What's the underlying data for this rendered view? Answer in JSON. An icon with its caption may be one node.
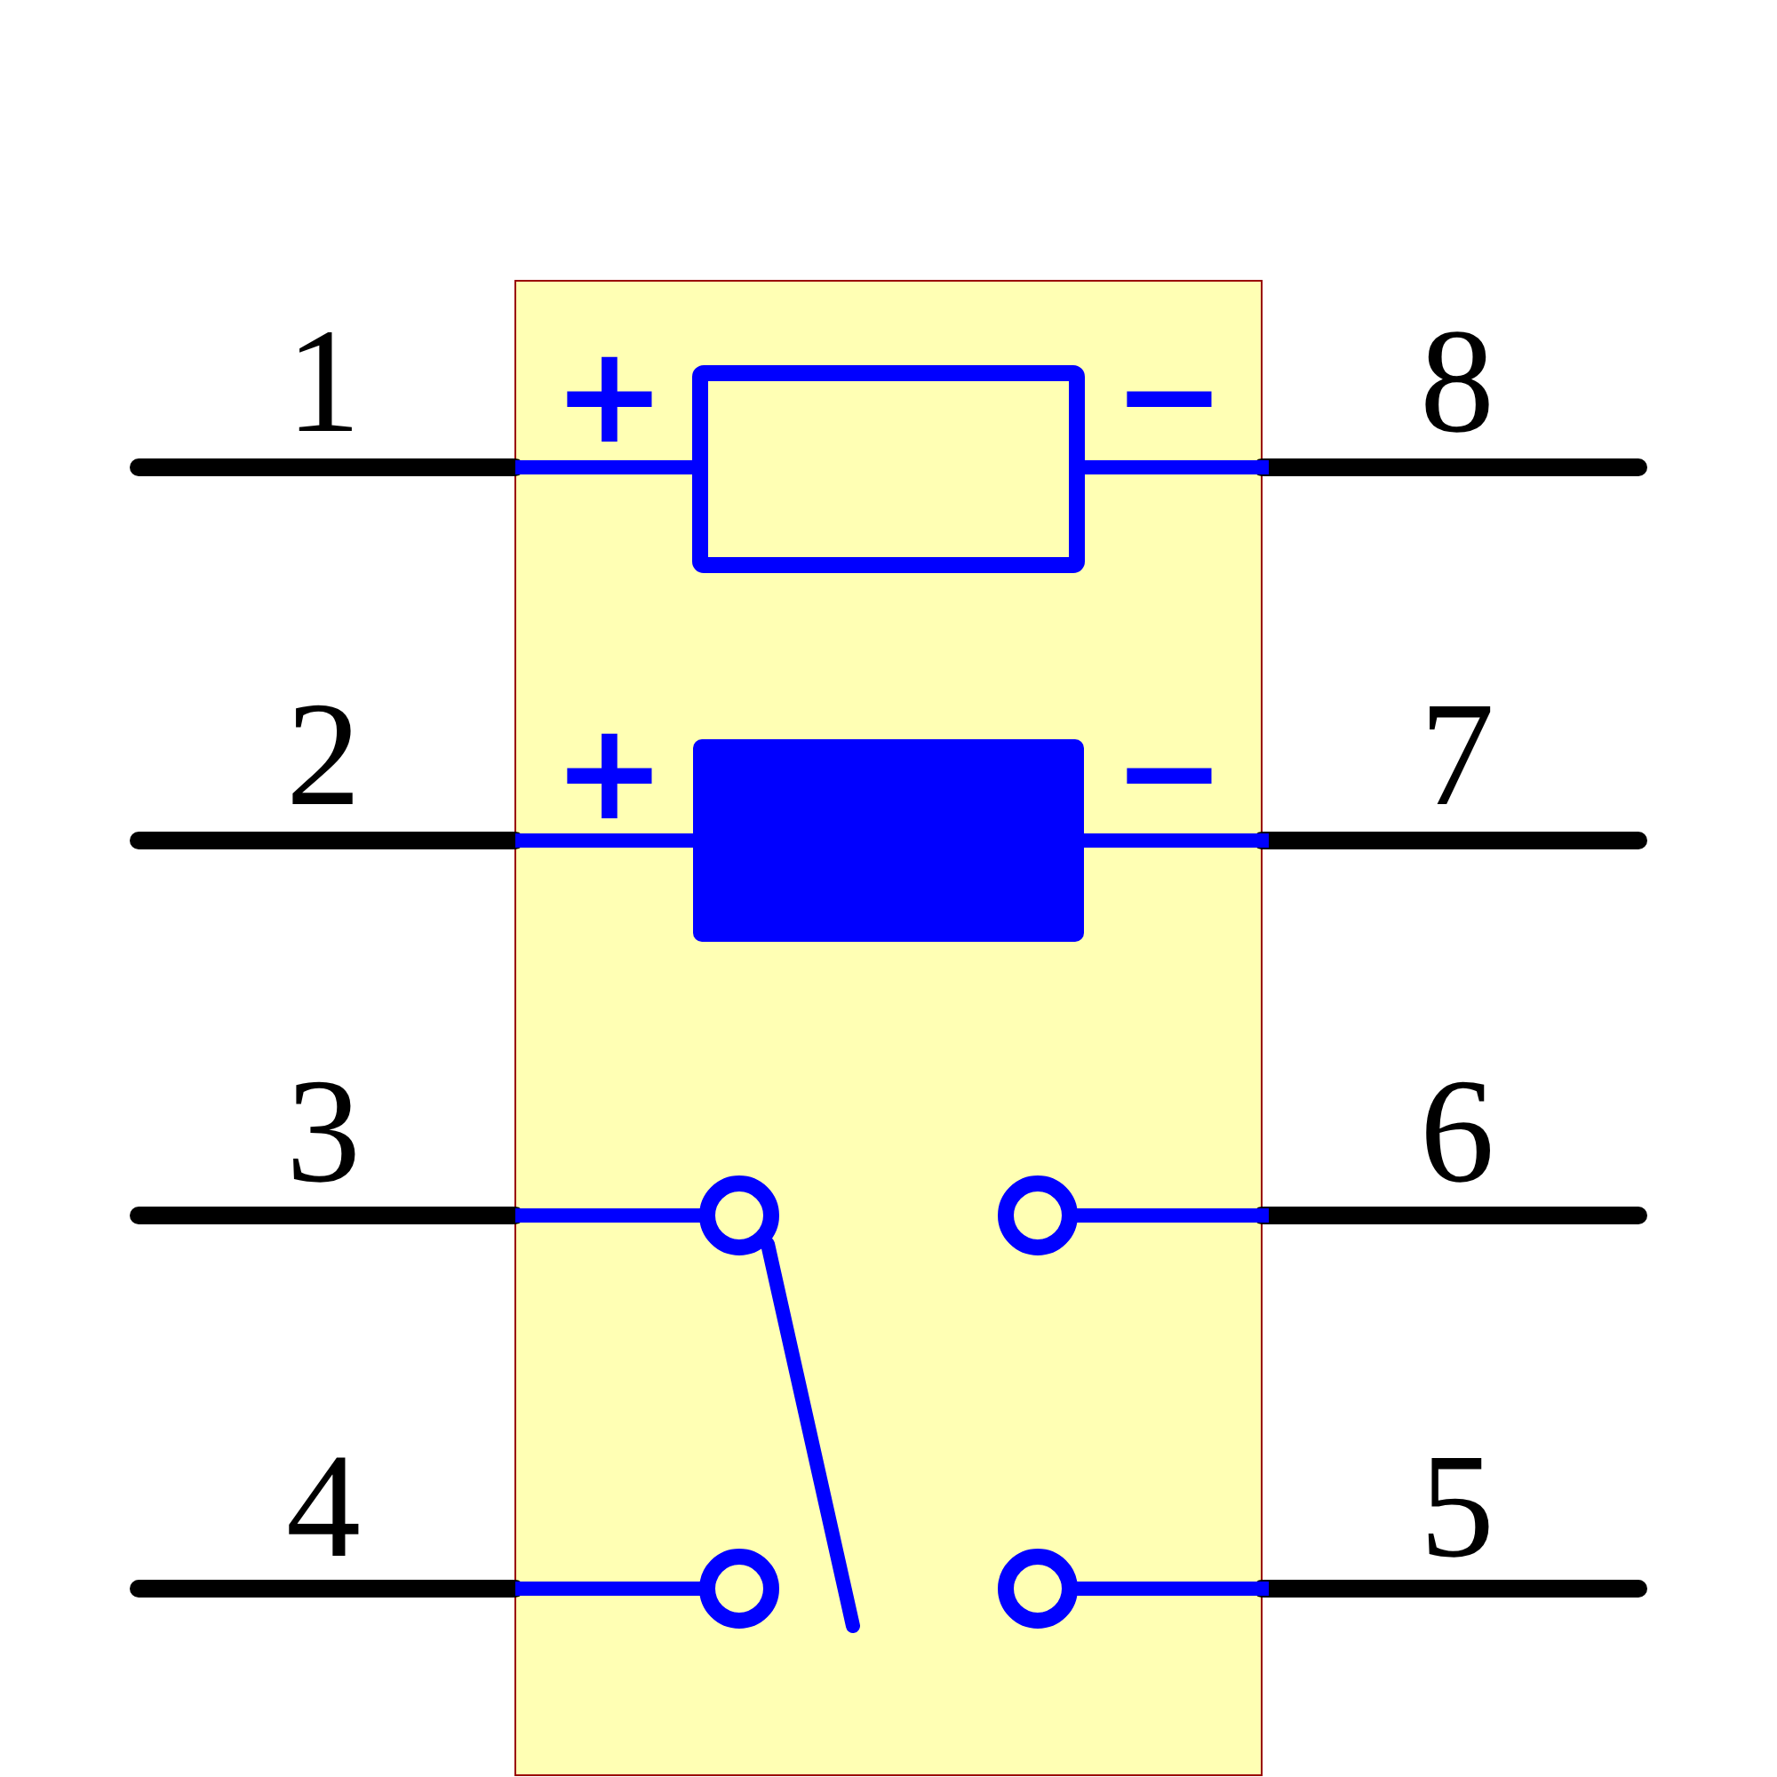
{
  "diagram": {
    "labels": [
      "1",
      "+",
      "−",
      "8",
      "2",
      "+",
      "−",
      "7",
      "3",
      "6",
      "4",
      "5"
    ]
  }
}
